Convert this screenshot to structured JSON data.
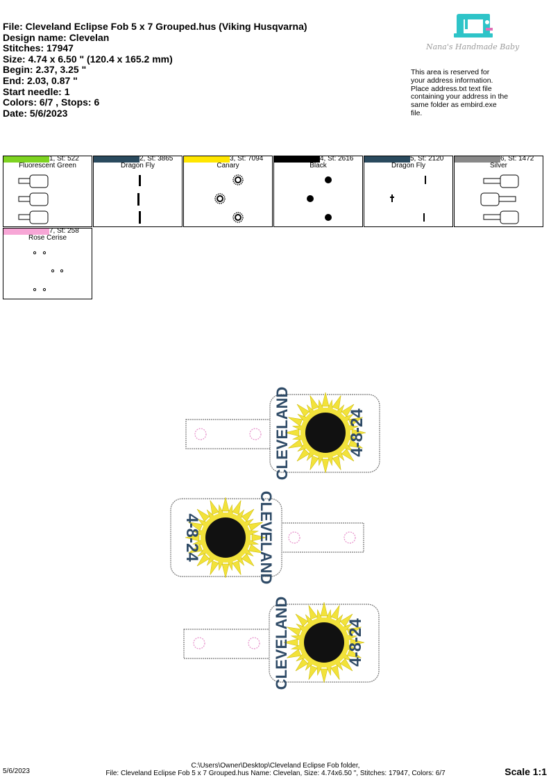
{
  "header": {
    "file_line": "File: Cleveland Eclipse Fob 5 x 7 Grouped.hus  (Viking Husqvarna)",
    "design_name": "Design name: Clevelan",
    "stitches": "Stitches: 17947",
    "size": "Size: 4.74 x 6.50 \" (120.4 x 165.2 mm)",
    "begin": "Begin: 2.37, 3.25 \"",
    "end": "End: 2.03, 0.87 \"",
    "start_needle": "Start needle: 1",
    "colors": "Colors: 6/7 , Stops: 6",
    "date": "Date: 5/6/2023"
  },
  "logo": {
    "text": "Nana's Handmade Baby",
    "icon": "sewing-machine-icon",
    "color": "#2ec4c8"
  },
  "address": {
    "lines": [
      "This area is reserved for",
      "your address information.",
      "Place address.txt text file",
      "containing your address in the",
      "same folder as embird.exe",
      "file."
    ]
  },
  "color_stops": [
    {
      "label": "1, St: 522",
      "name": "Fluorescent Green",
      "color": "#7ed321",
      "thumb": "fob-outline"
    },
    {
      "label": "2, St: 3865",
      "name": "Dragon Fly",
      "color": "#2a4a5e",
      "thumb": "text-bars"
    },
    {
      "label": "3, St: 7094",
      "name": "Canary",
      "color": "#ffe600",
      "thumb": "sun-rays"
    },
    {
      "label": "4, St: 2616",
      "name": "Black",
      "color": "#000000",
      "thumb": "black-dots"
    },
    {
      "label": "5, St: 2120",
      "name": "Dragon Fly",
      "color": "#2a4a5e",
      "thumb": "date-bars"
    },
    {
      "label": "6, St: 1472",
      "name": "Silver",
      "color": "#888888",
      "thumb": "fob-outline-rev"
    },
    {
      "label": "7, St: 258",
      "name": "Rose Cerise",
      "color": "#f7a6d6",
      "thumb": "snap-circles"
    }
  ],
  "fobs": [
    {
      "city": "CLEVELAND",
      "date": "4-8-24"
    },
    {
      "city": "CLEVELAND",
      "date": "4-8-24"
    },
    {
      "city": "CLEVELAND",
      "date": "4-8-24"
    }
  ],
  "footer": {
    "date": "5/6/2023",
    "path_line1": "C:\\Users\\Owner\\Desktop\\Cleveland Eclipse Fob folder,",
    "path_line2": "File: Cleveland Eclipse Fob 5 x 7 Grouped.hus Name: Clevelan, Size: 4.74x6.50 \", Stitches: 17947, Colors: 6/7",
    "scale": "Scale 1:1"
  },
  "colors": {
    "fob_text": "#2e4a66",
    "sun": "#f2e23a",
    "eclipse": "#111111",
    "snap": "#e58cc8"
  }
}
